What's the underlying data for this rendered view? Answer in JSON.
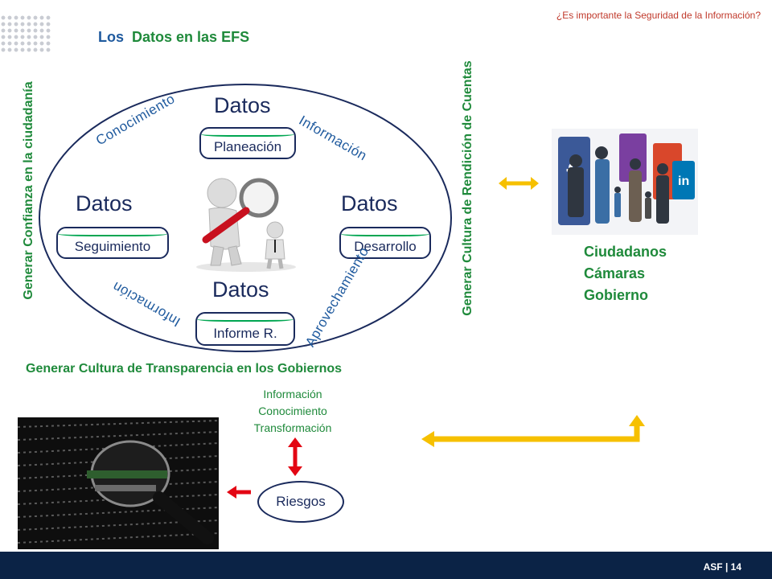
{
  "header": {
    "question": "¿Es importante la Seguridad de la Información?"
  },
  "title": {
    "part1": "Los",
    "part2": "Datos en las EFS"
  },
  "side_labels": {
    "left": "Generar Confianza en la ciudadanía",
    "right": "Generar Cultura de Rendición de Cuentas",
    "bottom": "Generar Cultura de Transparencia en los Gobiernos"
  },
  "cycle": {
    "datos_label": "Datos",
    "stages": [
      {
        "name": "Planeación"
      },
      {
        "name": "Desarrollo"
      },
      {
        "name": "Informe R."
      },
      {
        "name": "Seguimiento"
      }
    ],
    "arcs": [
      "Conocimiento",
      "Información",
      "Aprovechamiento",
      "Información"
    ]
  },
  "citizens": [
    "Ciudadanos",
    "Cámaras",
    "Gobierno"
  ],
  "flow": {
    "lines": [
      "Información",
      "Conocimiento",
      "Transformación"
    ],
    "riesgos": "Riesgos"
  },
  "footer": {
    "label": "ASF | 14"
  },
  "colors": {
    "green": "#1f8a3b",
    "navy": "#1a2a5c",
    "yellow": "#f6c000",
    "red": "#e30613",
    "bar": "#0b2346"
  }
}
